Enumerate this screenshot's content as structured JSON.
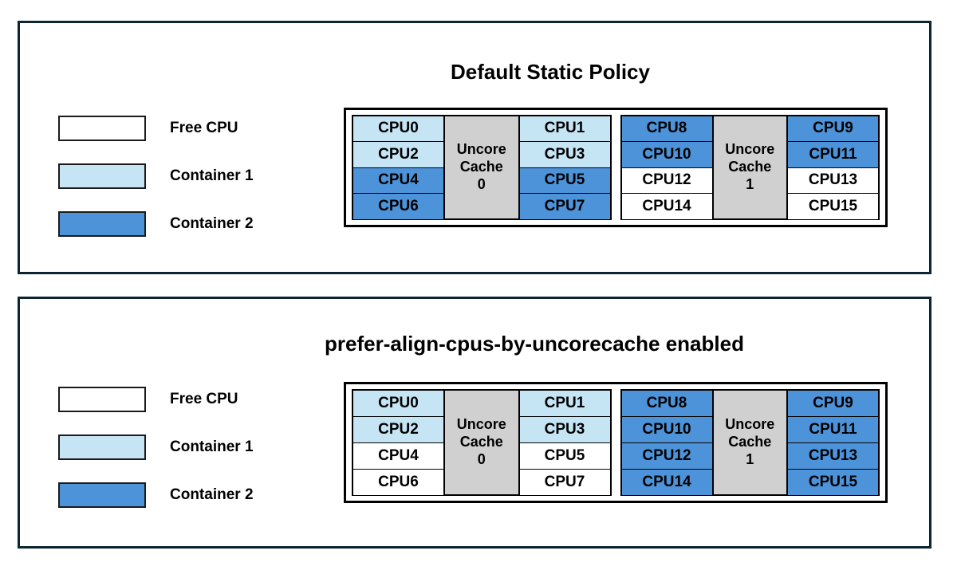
{
  "panels": [
    {
      "title": "Default Static Policy",
      "legend": [
        {
          "label": "Free CPU",
          "color": "#ffffff"
        },
        {
          "label": "Container 1",
          "color": "#c5e5f5"
        },
        {
          "label": "Container 2",
          "color": "#4d93d9"
        }
      ],
      "groups": [
        {
          "cache_label_line1": "Uncore",
          "cache_label_line2": "Cache",
          "cache_label_line3": "0",
          "left_column": [
            {
              "label": "CPU0",
              "color": "#c5e5f5",
              "owner": "Container 1"
            },
            {
              "label": "CPU2",
              "color": "#c5e5f5",
              "owner": "Container 1"
            },
            {
              "label": "CPU4",
              "color": "#4d93d9",
              "owner": "Container 2"
            },
            {
              "label": "CPU6",
              "color": "#4d93d9",
              "owner": "Container 2"
            }
          ],
          "right_column": [
            {
              "label": "CPU1",
              "color": "#c5e5f5",
              "owner": "Container 1"
            },
            {
              "label": "CPU3",
              "color": "#c5e5f5",
              "owner": "Container 1"
            },
            {
              "label": "CPU5",
              "color": "#4d93d9",
              "owner": "Container 2"
            },
            {
              "label": "CPU7",
              "color": "#4d93d9",
              "owner": "Container 2"
            }
          ]
        },
        {
          "cache_label_line1": "Uncore",
          "cache_label_line2": "Cache",
          "cache_label_line3": "1",
          "left_column": [
            {
              "label": "CPU8",
              "color": "#4d93d9",
              "owner": "Container 2"
            },
            {
              "label": "CPU10",
              "color": "#4d93d9",
              "owner": "Container 2"
            },
            {
              "label": "CPU12",
              "color": "#ffffff",
              "owner": "Free CPU"
            },
            {
              "label": "CPU14",
              "color": "#ffffff",
              "owner": "Free CPU"
            }
          ],
          "right_column": [
            {
              "label": "CPU9",
              "color": "#4d93d9",
              "owner": "Container 2"
            },
            {
              "label": "CPU11",
              "color": "#4d93d9",
              "owner": "Container 2"
            },
            {
              "label": "CPU13",
              "color": "#ffffff",
              "owner": "Free CPU"
            },
            {
              "label": "CPU15",
              "color": "#ffffff",
              "owner": "Free CPU"
            }
          ]
        }
      ]
    },
    {
      "title": "prefer-align-cpus-by-uncorecache enabled",
      "legend": [
        {
          "label": "Free CPU",
          "color": "#ffffff"
        },
        {
          "label": "Container 1",
          "color": "#c5e5f5"
        },
        {
          "label": "Container 2",
          "color": "#4d93d9"
        }
      ],
      "groups": [
        {
          "cache_label_line1": "Uncore",
          "cache_label_line2": "Cache",
          "cache_label_line3": "0",
          "left_column": [
            {
              "label": "CPU0",
              "color": "#c5e5f5",
              "owner": "Container 1"
            },
            {
              "label": "CPU2",
              "color": "#c5e5f5",
              "owner": "Container 1"
            },
            {
              "label": "CPU4",
              "color": "#ffffff",
              "owner": "Free CPU"
            },
            {
              "label": "CPU6",
              "color": "#ffffff",
              "owner": "Free CPU"
            }
          ],
          "right_column": [
            {
              "label": "CPU1",
              "color": "#c5e5f5",
              "owner": "Container 1"
            },
            {
              "label": "CPU3",
              "color": "#c5e5f5",
              "owner": "Container 1"
            },
            {
              "label": "CPU5",
              "color": "#ffffff",
              "owner": "Free CPU"
            },
            {
              "label": "CPU7",
              "color": "#ffffff",
              "owner": "Free CPU"
            }
          ]
        },
        {
          "cache_label_line1": "Uncore",
          "cache_label_line2": "Cache",
          "cache_label_line3": "1",
          "left_column": [
            {
              "label": "CPU8",
              "color": "#4d93d9",
              "owner": "Container 2"
            },
            {
              "label": "CPU10",
              "color": "#4d93d9",
              "owner": "Container 2"
            },
            {
              "label": "CPU12",
              "color": "#4d93d9",
              "owner": "Container 2"
            },
            {
              "label": "CPU14",
              "color": "#4d93d9",
              "owner": "Container 2"
            }
          ],
          "right_column": [
            {
              "label": "CPU9",
              "color": "#4d93d9",
              "owner": "Container 2"
            },
            {
              "label": "CPU11",
              "color": "#4d93d9",
              "owner": "Container 2"
            },
            {
              "label": "CPU13",
              "color": "#4d93d9",
              "owner": "Container 2"
            },
            {
              "label": "CPU15",
              "color": "#4d93d9",
              "owner": "Container 2"
            }
          ]
        }
      ]
    }
  ]
}
